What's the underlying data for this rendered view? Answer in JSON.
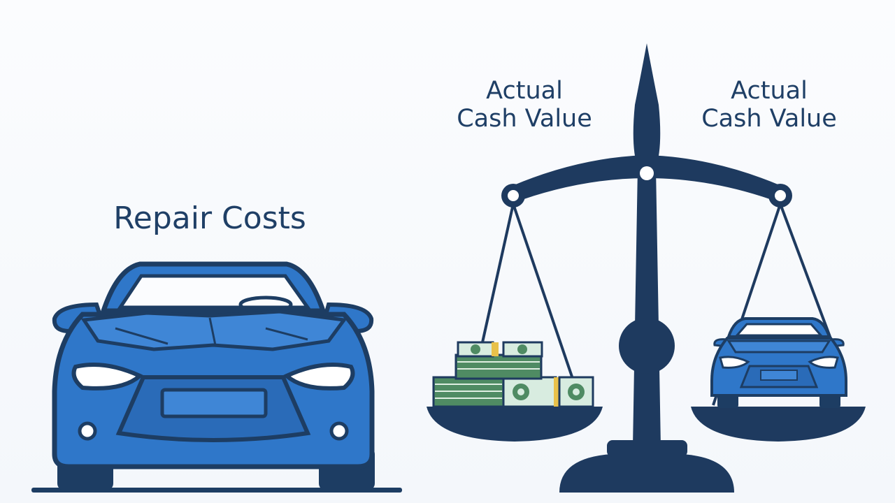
{
  "labels": {
    "repair_costs": "Repair Costs",
    "acv_left_line1": "Actual",
    "acv_left_line2": "Cash Value",
    "acv_right_line1": "Actual",
    "acv_right_line2": "Cash Value"
  },
  "icons": [
    "car-icon",
    "balance-scale-icon",
    "money-stack-icon",
    "small-car-icon"
  ],
  "colors": {
    "car_blue": "#2f77c9",
    "car_dark": "#1d3d63",
    "scale_navy": "#1e3a5f",
    "money_green": "#4f8b63",
    "text": "#1f3f66"
  }
}
